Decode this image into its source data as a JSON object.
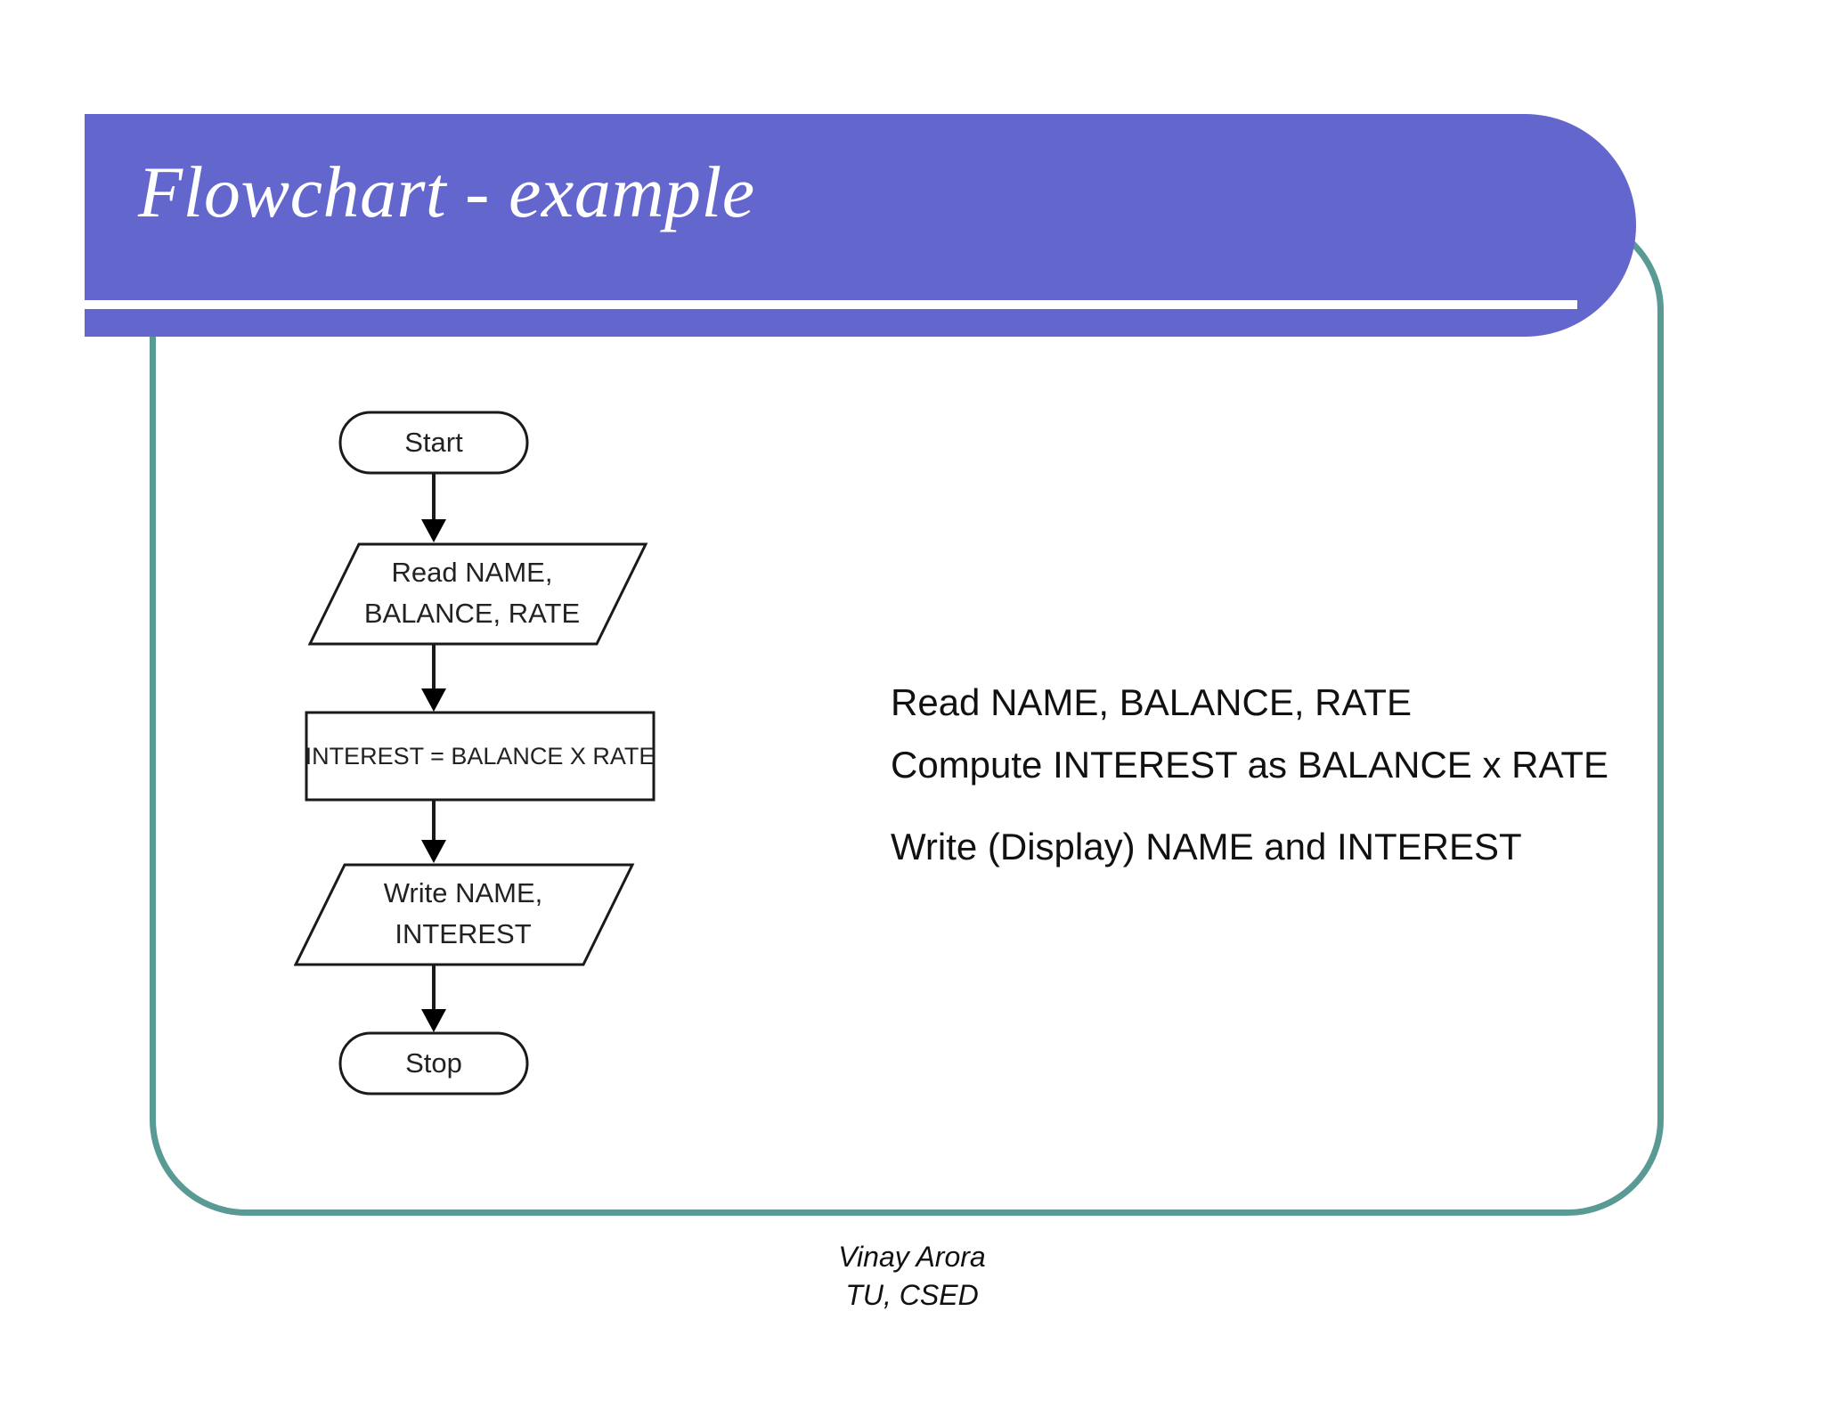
{
  "slide": {
    "title": "Flowchart - example",
    "accent_purple": "#6366cc",
    "accent_teal": "#5a9a94",
    "background": "#ffffff"
  },
  "flowchart": {
    "nodes": [
      {
        "id": "start",
        "shape": "terminal",
        "label": "Start"
      },
      {
        "id": "read",
        "shape": "parallelogram",
        "line1": "Read NAME,",
        "line2": "BALANCE, RATE"
      },
      {
        "id": "compute",
        "shape": "process",
        "label": "INTEREST = BALANCE X RATE"
      },
      {
        "id": "write",
        "shape": "parallelogram",
        "line1": "Write NAME,",
        "line2": "INTEREST"
      },
      {
        "id": "stop",
        "shape": "terminal",
        "label": "Stop"
      }
    ],
    "edges": [
      {
        "from": "start",
        "to": "read"
      },
      {
        "from": "read",
        "to": "compute"
      },
      {
        "from": "compute",
        "to": "write"
      },
      {
        "from": "write",
        "to": "stop"
      }
    ]
  },
  "pseudocode": {
    "lines": [
      "Read NAME, BALANCE, RATE",
      "Compute INTEREST as BALANCE x RATE",
      "Write (Display) NAME and INTEREST"
    ]
  },
  "footer": {
    "name": "Vinay Arora",
    "affiliation": "TU, CSED"
  }
}
